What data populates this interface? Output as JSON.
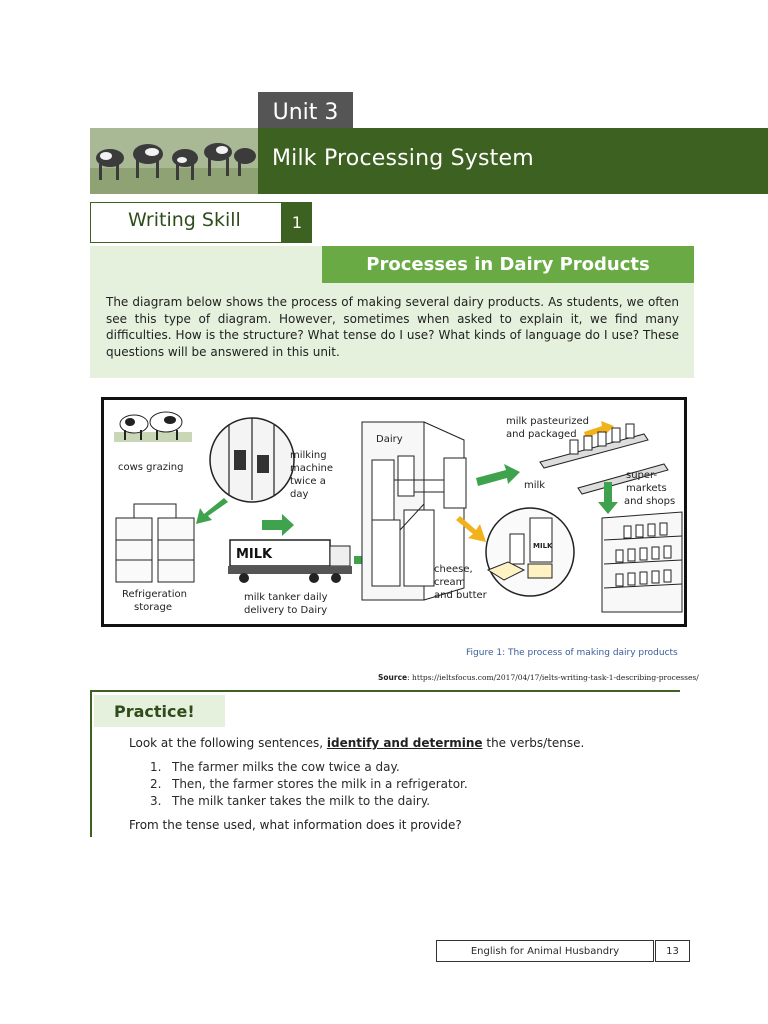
{
  "header": {
    "unit_label": "Unit 3",
    "title": "Milk Processing System"
  },
  "writing_skill": {
    "label": "Writing Skill",
    "number": "1"
  },
  "section": {
    "title": "Processes in Dairy Products",
    "intro": "The diagram below shows the process of making several dairy products. As students, we often see this type of diagram. However, sometimes when asked to explain it, we find many difficulties. How is the structure? What tense do I use? What kinds of language do I use? These questions will be answered in this unit."
  },
  "diagram": {
    "labels": {
      "cows": "cows grazing",
      "milking_1": "milking",
      "milking_2": "machine",
      "milking_3": "twice a",
      "milking_4": "day",
      "refrig_1": "Refrigeration",
      "refrig_2": "storage",
      "truck_text": "MILK",
      "tanker_1": "milk tanker daily",
      "tanker_2": "delivery to Dairy",
      "dairy": "Dairy",
      "past_1": "milk pasteurized",
      "past_2": "and packaged",
      "milk": "milk",
      "super_1": "super-",
      "super_2": "markets",
      "super_3": "and shops",
      "cheese_1": "cheese,",
      "cheese_2": "cream",
      "cheese_3": "and butter",
      "carton": "MILK"
    },
    "colors": {
      "green_arrow": "#3fa34d",
      "yellow_arrow": "#f2b21b"
    }
  },
  "figure": {
    "caption": "Figure 1: The process of making dairy products",
    "source_label": "Source",
    "source_url": ": https://ieltsfocus.com/2017/04/17/ielts-writing-task-1-describing-processes/"
  },
  "practice": {
    "label": "Practice!",
    "instruction_pre": "Look at the following sentences, ",
    "instruction_highlight": "identify and determine",
    "instruction_post": " the verbs/tense.",
    "sentences": [
      {
        "num": "1.",
        "text": "The farmer milks the cow twice a day."
      },
      {
        "num": "2.",
        "text": "Then, the farmer stores the milk in a refrigerator."
      },
      {
        "num": "3.",
        "text": "The milk tanker takes the milk to the dairy."
      }
    ],
    "question": "From the tense used, what information does it provide?"
  },
  "footer": {
    "book_title": "English for Animal Husbandry",
    "page": "13"
  },
  "colors": {
    "dark_green": "#3d6121",
    "mid_green": "#6aaa45",
    "light_green": "#e5f0dd",
    "tab_gray": "#555555"
  }
}
